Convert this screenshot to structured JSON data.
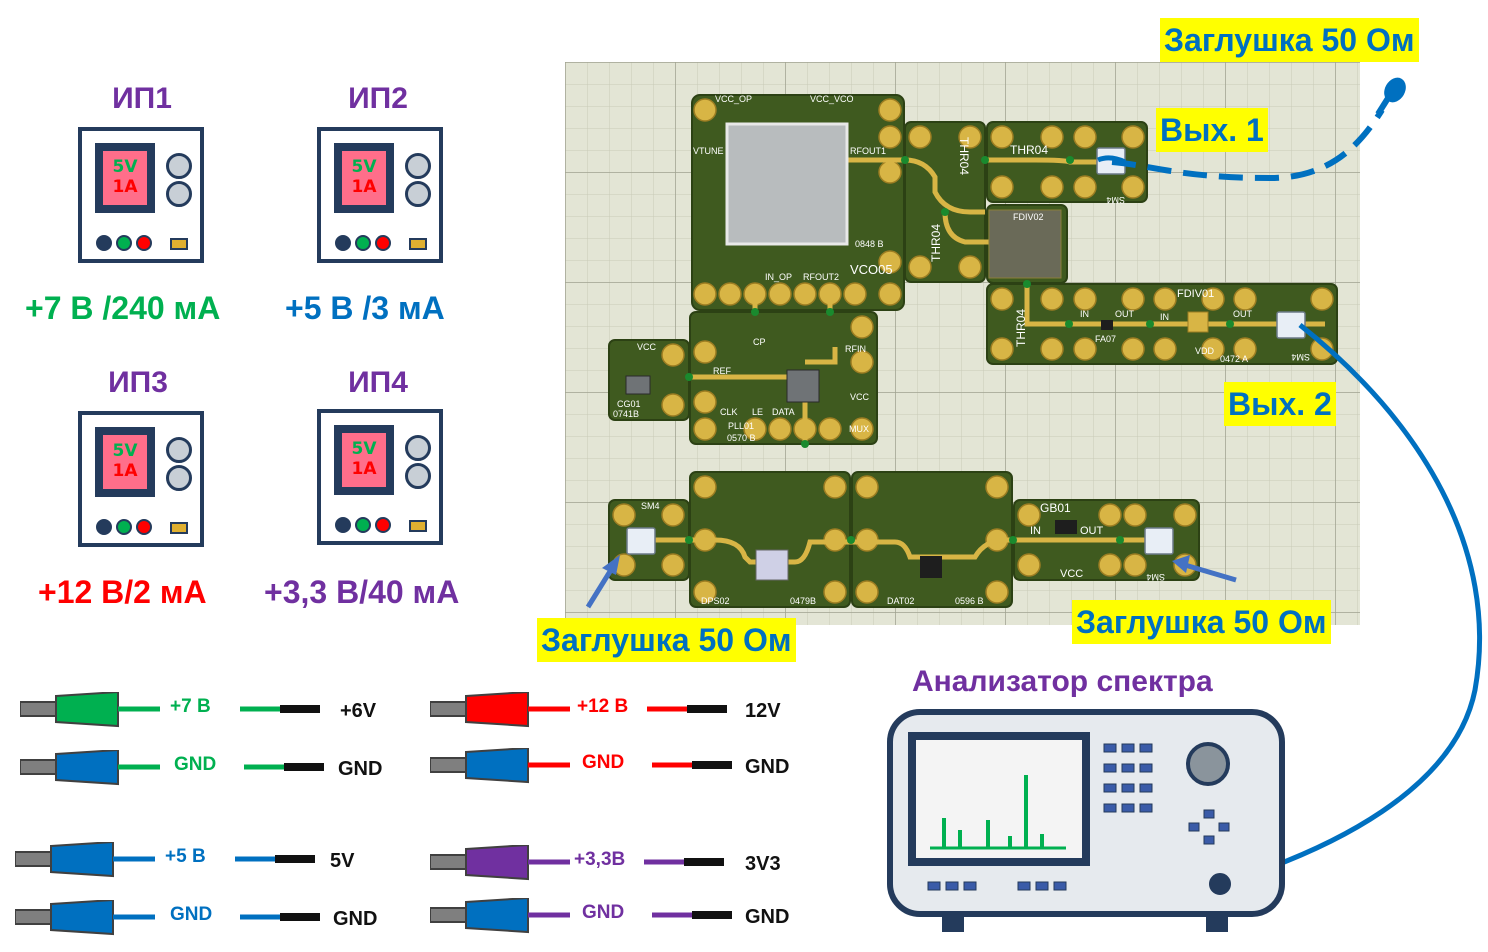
{
  "power_supplies": [
    {
      "title": "ИП1",
      "screen_voltage": "5V",
      "screen_current": "1A",
      "value": "+7 В /240 мА",
      "value_color": "#00b050"
    },
    {
      "title": "ИП2",
      "screen_voltage": "5V",
      "screen_current": "1A",
      "value": "+5 В /3 мА",
      "value_color": "#0070c0"
    },
    {
      "title": "ИП3",
      "screen_voltage": "5V",
      "screen_current": "1A",
      "value": "+12 В/2 мА",
      "value_color": "#ff0000"
    },
    {
      "title": "ИП4",
      "screen_voltage": "5V",
      "screen_current": "1A",
      "value": "+3,3 В/40 мА",
      "value_color": "#7030a0"
    }
  ],
  "callouts": {
    "load_top": "Заглушка 50 Ом",
    "out1": "Вых. 1",
    "out2": "Вых. 2",
    "load_left": "Заглушка 50 Ом",
    "load_right": "Заглушка 50 Ом"
  },
  "analyzer": {
    "title": "Анализатор спектра"
  },
  "board_labels": {
    "vco": "VCO05",
    "vco_code": "0848 B",
    "vcc_op": "VCC_OP",
    "vcc_vco": "VCC_VCO",
    "vtune": "VTUNE",
    "rfout1": "RFOUT1",
    "rfout2": "RFOUT2",
    "in_op": "IN_OP",
    "thr1": "THR04",
    "thr2": "THR04",
    "thr3": "THR04",
    "thr4": "THR04",
    "fdiv02": "FDIV02",
    "sm4_top": "SM4",
    "cp": "CP",
    "rfin": "RFIN",
    "ref": "REF",
    "clk": "CLK",
    "le": "LE",
    "data": "DATA",
    "vcc_pll": "VCC",
    "pll": "PLL01",
    "pll_code": "0570 B",
    "mux": "MUX",
    "cg": "CG01",
    "cg_code": "0741B",
    "vcc_cg": "VCC",
    "in_fa": "IN",
    "out_fa": "OUT",
    "fa": "FA07",
    "in_fd": "IN",
    "fdiv01": "FDIV01",
    "out_fd": "OUT",
    "vdd": "VDD",
    "fd_code": "0472 A",
    "sm4_right": "SM4",
    "sm4_left": "SM4",
    "dps": "DPS02",
    "dps_code": "0479B",
    "dat": "DAT02",
    "dat_code": "0596 B",
    "gb": "GB01",
    "in_gb": "IN",
    "out_gb": "OUT",
    "vcc_gb": "VCC",
    "sm4_bot": "SM4"
  },
  "cables": [
    {
      "label": "+7 В",
      "pin": "+6V",
      "color": "#00b050",
      "plug": "#00b050"
    },
    {
      "label": "GND",
      "pin": "GND",
      "color": "#00b050",
      "plug": "#0070c0"
    },
    {
      "label": "+12 В",
      "pin": "12V",
      "color": "#ff0000",
      "plug": "#ff0000"
    },
    {
      "label": "GND",
      "pin": "GND",
      "color": "#ff0000",
      "plug": "#0070c0"
    },
    {
      "label": "+5 В",
      "pin": "5V",
      "color": "#0070c0",
      "plug": "#0070c0"
    },
    {
      "label": "GND",
      "pin": "GND",
      "color": "#0070c0",
      "plug": "#0070c0"
    },
    {
      "label": "+3,3В",
      "pin": "3V3",
      "color": "#7030a0",
      "plug": "#7030a0"
    },
    {
      "label": "GND",
      "pin": "GND",
      "color": "#7030a0",
      "plug": "#0070c0"
    }
  ],
  "spectrum_peaks": [
    0.3,
    0.18,
    0.28,
    0.12,
    0.73,
    0.14
  ]
}
